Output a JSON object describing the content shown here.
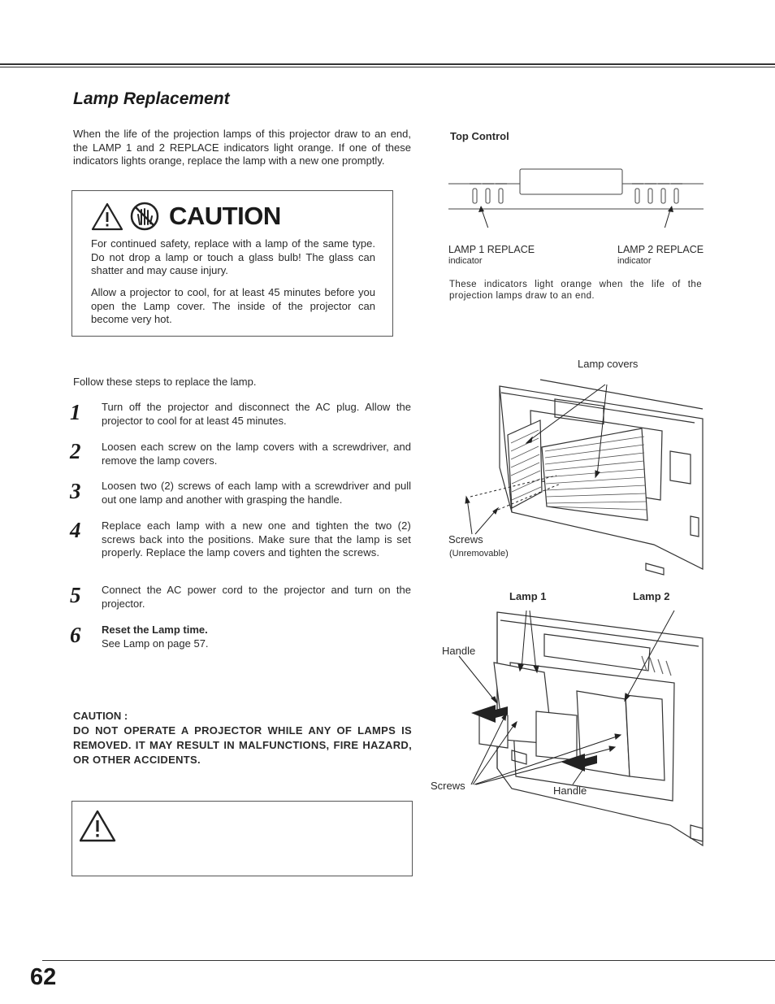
{
  "title": "Lamp Replacement",
  "intro": "When the life of the projection lamps of this projector draw to an end, the LAMP 1 and 2 REPLACE indicators light orange. If one of these indicators lights orange, replace the lamp with a new one promptly.",
  "caution": {
    "heading": "CAUTION",
    "p1": "For continued safety, replace with a lamp of the same type.  Do not drop a lamp or touch a glass bulb! The glass can shatter and may cause injury.",
    "p2": "Allow a projector to cool, for at least 45 minutes before you open the Lamp cover. The inside of the projector can become very hot."
  },
  "top_control": {
    "title": "Top Control",
    "lamp1_label": "LAMP 1 REPLACE",
    "lamp1_sub": "indicator",
    "lamp2_label": "LAMP 2 REPLACE",
    "lamp2_sub": "indicator",
    "note": "These indicators light orange when the life of the projection lamps draw to an end."
  },
  "follow": "Follow these steps to replace the lamp.",
  "steps": [
    {
      "num": "1",
      "text": "Turn off the projector and disconnect the AC plug. Allow the projector to cool for at least 45 minutes."
    },
    {
      "num": "2",
      "text": "Loosen each screw on the lamp covers with a screwdriver, and remove the lamp covers."
    },
    {
      "num": "3",
      "text": "Loosen two (2) screws of each lamp with a screwdriver and pull out one lamp and another with grasping the handle."
    },
    {
      "num": "4",
      "text": "Replace each lamp with a new one and tighten the  two (2) screws back into the positions. Make sure that the lamp is set properly. Replace the lamp covers and tighten the screws."
    },
    {
      "num": "5",
      "text": "Connect the AC power cord to the projector and turn on the projector."
    },
    {
      "num": "6",
      "title": "Reset the Lamp time.",
      "text": "See Lamp on page 57."
    }
  ],
  "caution_low": {
    "heading": "CAUTION :",
    "text": "DO NOT OPERATE A PROJECTOR WHILE ANY OF LAMPS IS REMOVED. IT MAY RESULT IN MALFUNCTIONS, FIRE HAZARD, OR OTHER ACCIDENTS."
  },
  "figure1": {
    "lamp_covers": "Lamp covers",
    "screws": "Screws",
    "unremovable": "(Unremovable)"
  },
  "figure2": {
    "lamp1": "Lamp 1",
    "lamp2": "Lamp 2",
    "handle_left": "Handle",
    "screws": "Screws",
    "handle_bottom": "Handle"
  },
  "page_number": "62"
}
